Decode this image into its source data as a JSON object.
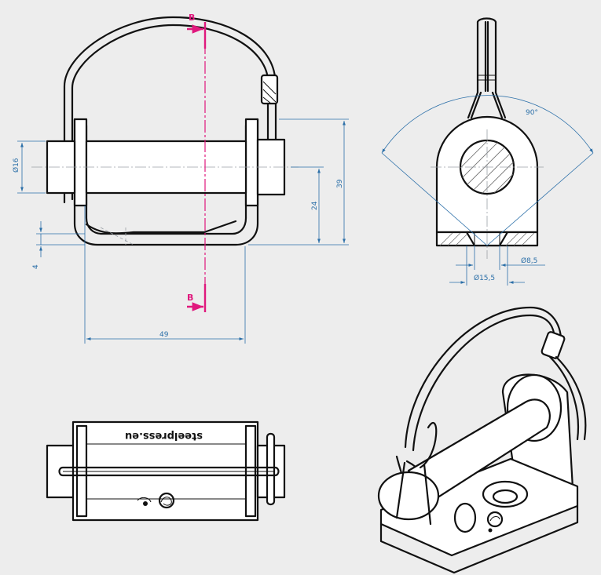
{
  "section": {
    "label_top": "B",
    "label_bottom": "B"
  },
  "dimensions": {
    "front_diameter": "Ø16",
    "front_height_total": "39",
    "front_height_axis": "24",
    "front_base": "4",
    "front_width": "49",
    "side_angle": "90°",
    "side_hole_small": "Ø8,5",
    "side_hole_large": "Ø15,5"
  },
  "engraving": {
    "text": "steelpress.eu"
  },
  "colors": {
    "background": "#ededed",
    "section_line": "#e0187d",
    "dimension": "#2b6fa8",
    "outline": "#111111"
  }
}
